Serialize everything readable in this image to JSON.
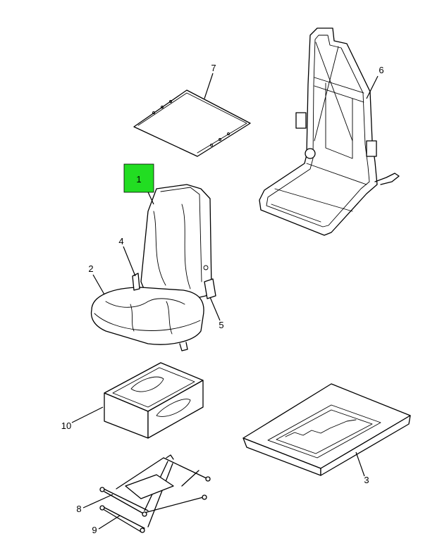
{
  "callouts": [
    {
      "id": "1",
      "label": "1",
      "part": "seat-assembly",
      "highlighted": true
    },
    {
      "id": "2",
      "label": "2",
      "part": "seat-cushion"
    },
    {
      "id": "3",
      "label": "3",
      "part": "base-plate"
    },
    {
      "id": "4",
      "label": "4",
      "part": "armrest-bracket-left"
    },
    {
      "id": "5",
      "label": "5",
      "part": "armrest-bracket-right"
    },
    {
      "id": "6",
      "label": "6",
      "part": "seat-frame"
    },
    {
      "id": "7",
      "label": "7",
      "part": "backrest-panel"
    },
    {
      "id": "8",
      "label": "8",
      "part": "suspension-frame"
    },
    {
      "id": "9",
      "label": "9",
      "part": "suspension-link"
    },
    {
      "id": "10",
      "label": "10",
      "part": "riser-box"
    }
  ],
  "colors": {
    "highlight": "#22dd22",
    "line": "#000000",
    "background": "#ffffff"
  }
}
